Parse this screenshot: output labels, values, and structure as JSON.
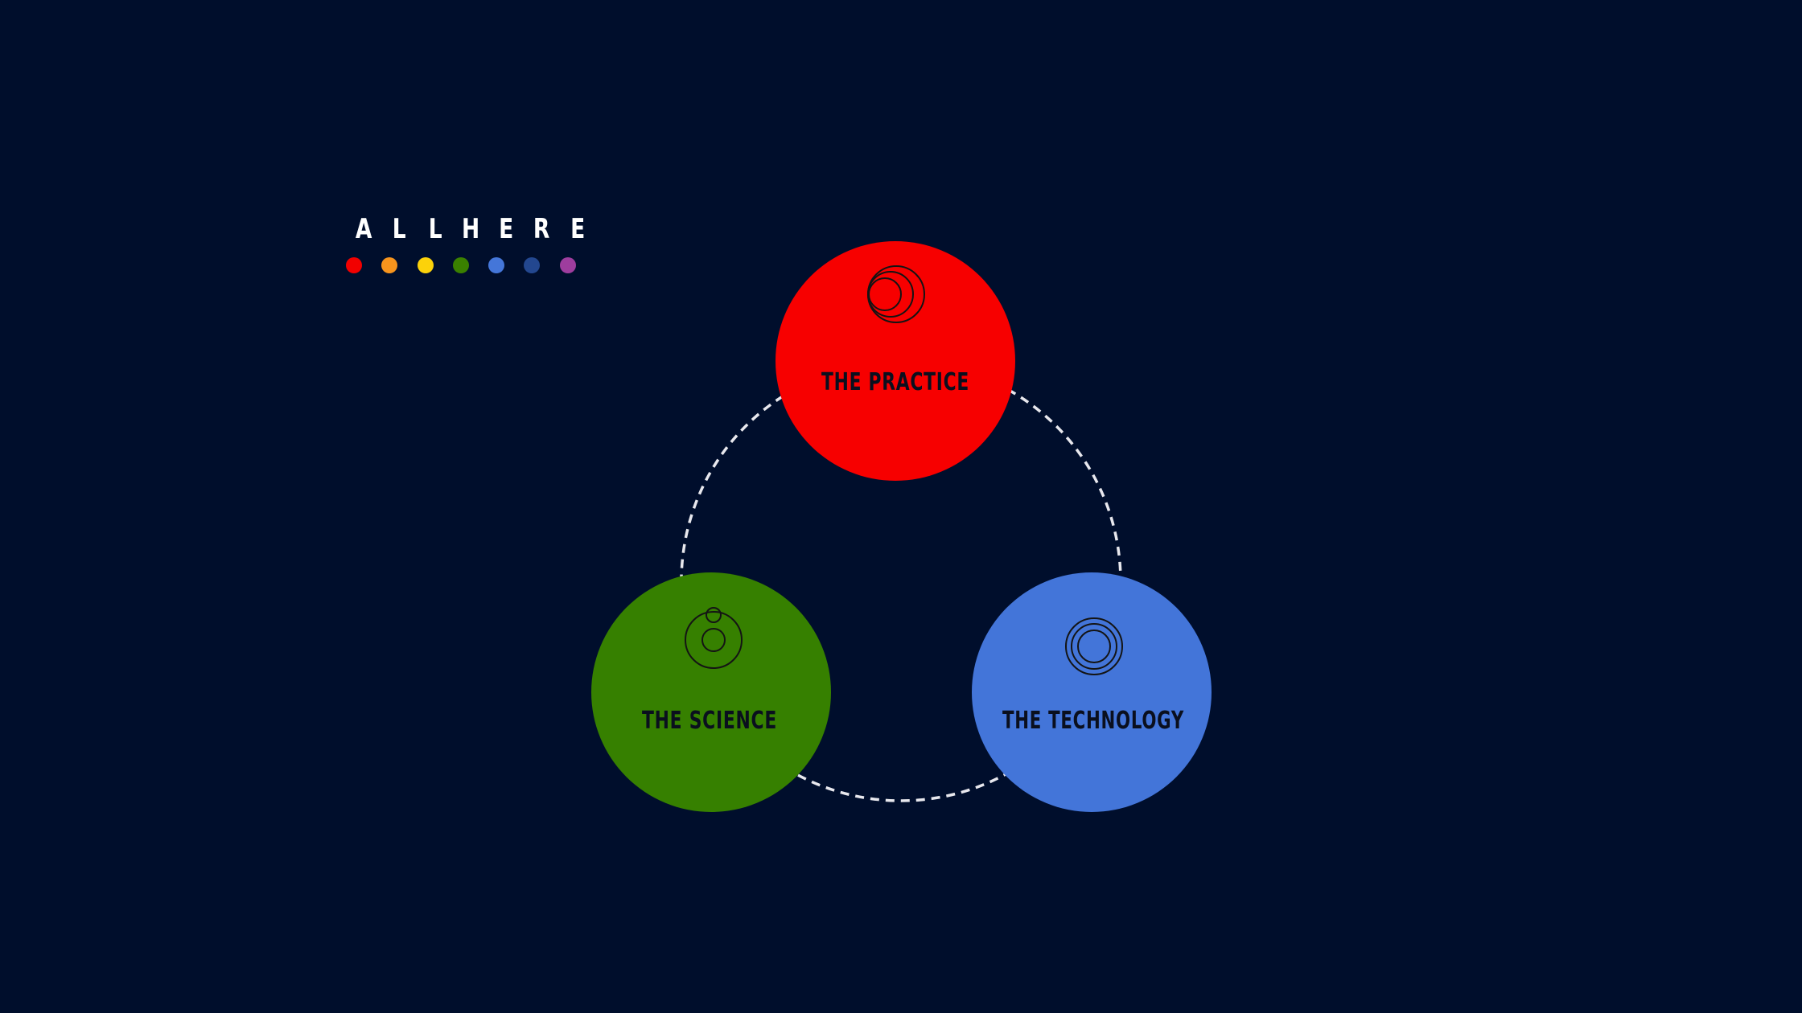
{
  "logo": {
    "letters": [
      "A",
      "L",
      "L",
      "H",
      "E",
      "R",
      "E"
    ],
    "dot_colors": [
      "#f20000",
      "#f7941d",
      "#fcd20a",
      "#3a8000",
      "#4476d9",
      "#23478f",
      "#9e3d9e"
    ]
  },
  "diagram": {
    "ring_color": "#e8e8ee",
    "label_color": "#0a0f1e",
    "nodes": [
      {
        "label": "THE PRACTICE",
        "color": "#f70000",
        "icon": "overlapping-circles-icon"
      },
      {
        "label": "THE SCIENCE",
        "color": "#368000",
        "icon": "orbit-icon"
      },
      {
        "label": "THE TECHNOLOGY",
        "color": "#4375d9",
        "icon": "concentric-circles-icon"
      }
    ]
  }
}
